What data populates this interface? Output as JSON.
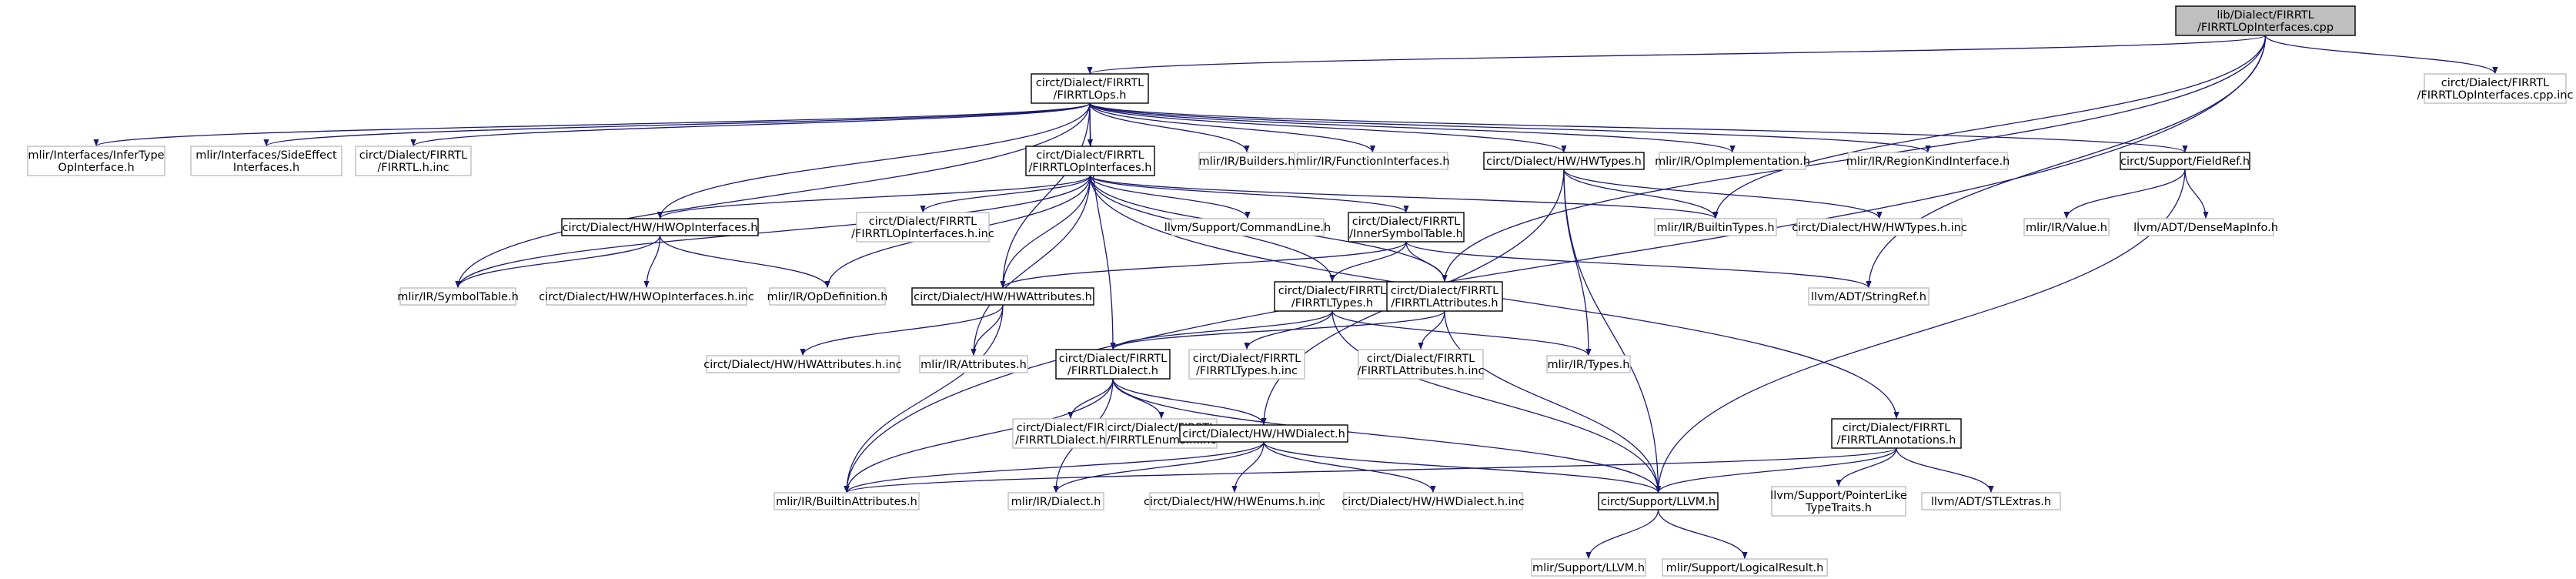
{
  "graph": {
    "colors": {
      "root_fill": "#bfbfbf",
      "linked_border": "#000000",
      "external_border": "#bfbfbf",
      "edge": "#191970",
      "text": "#000000",
      "external_text": "#000000"
    },
    "nodes": [
      {
        "id": "root",
        "lines": [
          "lib/Dialect/FIRRTL",
          "/FIRRTLOpInterfaces.cpp"
        ],
        "kind": "root"
      },
      {
        "id": "ops",
        "lines": [
          "circt/Dialect/FIRRTL",
          "/FIRRTLOps.h"
        ],
        "kind": "linked"
      },
      {
        "id": "opif_inc",
        "lines": [
          "circt/Dialect/FIRRTL",
          "/FIRRTLOpInterfaces.cpp.inc"
        ],
        "kind": "external"
      },
      {
        "id": "infertype",
        "lines": [
          "mlir/Interfaces/InferType",
          "OpInterface.h"
        ],
        "kind": "external"
      },
      {
        "id": "sideeffect",
        "lines": [
          "mlir/Interfaces/SideEffect",
          "Interfaces.h"
        ],
        "kind": "external"
      },
      {
        "id": "firrtl_h_inc",
        "lines": [
          "circt/Dialect/FIRRTL",
          "/FIRRTL.h.inc"
        ],
        "kind": "external"
      },
      {
        "id": "opif",
        "lines": [
          "circt/Dialect/FIRRTL",
          "/FIRRTLOpInterfaces.h"
        ],
        "kind": "linked"
      },
      {
        "id": "builders",
        "lines": [
          "mlir/IR/Builders.h"
        ],
        "kind": "external"
      },
      {
        "id": "funcif",
        "lines": [
          "mlir/IR/FunctionInterfaces.h"
        ],
        "kind": "external"
      },
      {
        "id": "hwtypes",
        "lines": [
          "circt/Dialect/HW/HWTypes.h"
        ],
        "kind": "linked"
      },
      {
        "id": "opimpl",
        "lines": [
          "mlir/IR/OpImplementation.h"
        ],
        "kind": "external"
      },
      {
        "id": "regionkind",
        "lines": [
          "mlir/IR/RegionKindInterface.h"
        ],
        "kind": "external"
      },
      {
        "id": "fieldref",
        "lines": [
          "circt/Support/FieldRef.h"
        ],
        "kind": "linked"
      },
      {
        "id": "hwopif",
        "lines": [
          "circt/Dialect/HW/HWOpInterfaces.h"
        ],
        "kind": "linked"
      },
      {
        "id": "opif_h_inc",
        "lines": [
          "circt/Dialect/FIRRTL",
          "/FIRRTLOpInterfaces.h.inc"
        ],
        "kind": "external"
      },
      {
        "id": "cmdline",
        "lines": [
          "llvm/Support/CommandLine.h"
        ],
        "kind": "external"
      },
      {
        "id": "innersym",
        "lines": [
          "circt/Dialect/FIRRTL",
          "/InnerSymbolTable.h"
        ],
        "kind": "linked"
      },
      {
        "id": "builtintypes",
        "lines": [
          "mlir/IR/BuiltinTypes.h"
        ],
        "kind": "external"
      },
      {
        "id": "hwtypes_inc",
        "lines": [
          "circt/Dialect/HW/HWTypes.h.inc"
        ],
        "kind": "external"
      },
      {
        "id": "value",
        "lines": [
          "mlir/IR/Value.h"
        ],
        "kind": "external"
      },
      {
        "id": "densemap",
        "lines": [
          "llvm/ADT/DenseMapInfo.h"
        ],
        "kind": "external"
      },
      {
        "id": "symtab",
        "lines": [
          "mlir/IR/SymbolTable.h"
        ],
        "kind": "external"
      },
      {
        "id": "hwopif_inc",
        "lines": [
          "circt/Dialect/HW/HWOpInterfaces.h.inc"
        ],
        "kind": "external"
      },
      {
        "id": "opdef",
        "lines": [
          "mlir/IR/OpDefinition.h"
        ],
        "kind": "external"
      },
      {
        "id": "hwattr",
        "lines": [
          "circt/Dialect/HW/HWAttributes.h"
        ],
        "kind": "linked"
      },
      {
        "id": "ftypes",
        "lines": [
          "circt/Dialect/FIRRTL",
          "/FIRRTLTypes.h"
        ],
        "kind": "linked"
      },
      {
        "id": "fattr",
        "lines": [
          "circt/Dialect/FIRRTL",
          "/FIRRTLAttributes.h"
        ],
        "kind": "linked"
      },
      {
        "id": "stringref",
        "lines": [
          "llvm/ADT/StringRef.h"
        ],
        "kind": "external"
      },
      {
        "id": "hwattr_inc",
        "lines": [
          "circt/Dialect/HW/HWAttributes.h.inc"
        ],
        "kind": "external"
      },
      {
        "id": "attrs",
        "lines": [
          "mlir/IR/Attributes.h"
        ],
        "kind": "external"
      },
      {
        "id": "fdialect",
        "lines": [
          "circt/Dialect/FIRRTL",
          "/FIRRTLDialect.h"
        ],
        "kind": "linked"
      },
      {
        "id": "ftypes_inc",
        "lines": [
          "circt/Dialect/FIRRTL",
          "/FIRRTLTypes.h.inc"
        ],
        "kind": "external"
      },
      {
        "id": "fattr_inc",
        "lines": [
          "circt/Dialect/FIRRTL",
          "/FIRRTLAttributes.h.inc"
        ],
        "kind": "external"
      },
      {
        "id": "irtypes",
        "lines": [
          "mlir/IR/Types.h"
        ],
        "kind": "external"
      },
      {
        "id": "fdialect_inc",
        "lines": [
          "circt/Dialect/FIRRTL",
          "/FIRRTLDialect.h.inc"
        ],
        "kind": "external"
      },
      {
        "id": "fenums_inc",
        "lines": [
          "circt/Dialect/FIRRTL",
          "/FIRRTLEnums.h.inc"
        ],
        "kind": "external"
      },
      {
        "id": "hwdialect",
        "lines": [
          "circt/Dialect/HW/HWDialect.h"
        ],
        "kind": "linked"
      },
      {
        "id": "fannot",
        "lines": [
          "circt/Dialect/FIRRTL",
          "/FIRRTLAnnotations.h"
        ],
        "kind": "linked"
      },
      {
        "id": "builtinattr",
        "lines": [
          "mlir/IR/BuiltinAttributes.h"
        ],
        "kind": "external"
      },
      {
        "id": "irdialect",
        "lines": [
          "mlir/IR/Dialect.h"
        ],
        "kind": "external"
      },
      {
        "id": "hwenums_inc",
        "lines": [
          "circt/Dialect/HW/HWEnums.h.inc"
        ],
        "kind": "external"
      },
      {
        "id": "hwdialect_inc",
        "lines": [
          "circt/Dialect/HW/HWDialect.h.inc"
        ],
        "kind": "external"
      },
      {
        "id": "llvmh",
        "lines": [
          "circt/Support/LLVM.h"
        ],
        "kind": "linked"
      },
      {
        "id": "pointerlike",
        "lines": [
          "llvm/Support/PointerLike",
          "TypeTraits.h"
        ],
        "kind": "external"
      },
      {
        "id": "stlextras",
        "lines": [
          "llvm/ADT/STLExtras.h"
        ],
        "kind": "external"
      },
      {
        "id": "mlirllvm",
        "lines": [
          "mlir/Support/LLVM.h"
        ],
        "kind": "external"
      },
      {
        "id": "logicalresult",
        "lines": [
          "mlir/Support/LogicalResult.h"
        ],
        "kind": "external"
      }
    ]
  }
}
